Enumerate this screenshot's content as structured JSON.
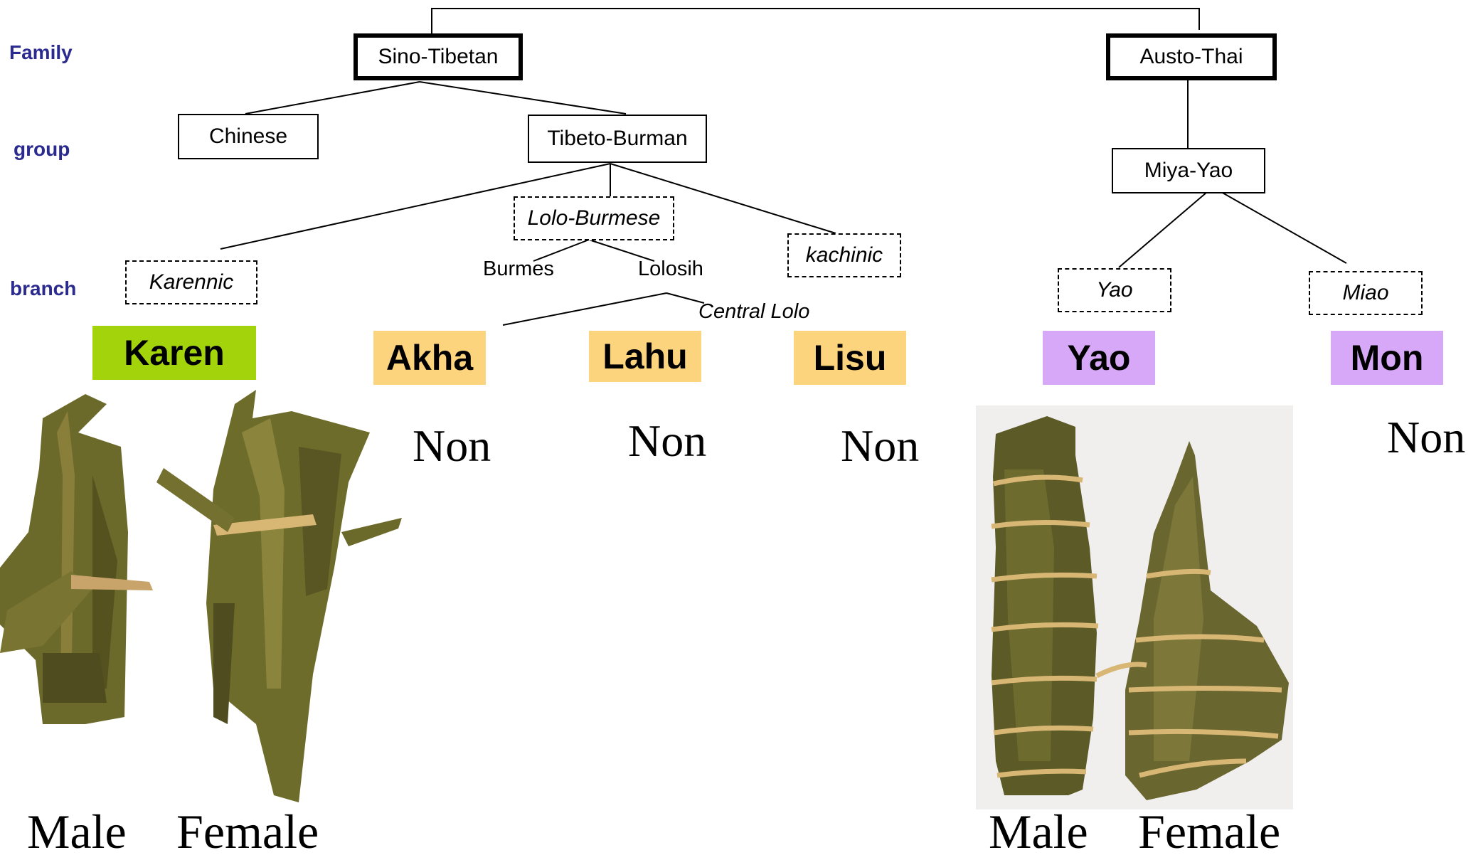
{
  "levels": {
    "family": "Family",
    "group": "group",
    "branch": "branch"
  },
  "families": {
    "sino_tibetan": "Sino-Tibetan",
    "austo_thai": "Austo-Thai"
  },
  "groups": {
    "chinese": "Chinese",
    "tibeto_burman": "Tibeto-Burman",
    "miya_yao": "Miya-Yao"
  },
  "branches": {
    "lolo_burmese": "Lolo-Burmese",
    "karennic": "Karennic",
    "kachinic": "kachinic",
    "yao": "Yao",
    "miao": "Miao"
  },
  "sub_branches": {
    "burmes": "Burmes",
    "lolosih": "Lolosih",
    "central_lolo": "Central Lolo"
  },
  "ethnic_groups": [
    {
      "name": "Karen",
      "color": "#a3d40b"
    },
    {
      "name": "Akha",
      "color": "#fdd47e"
    },
    {
      "name": "Lahu",
      "color": "#fdd47e"
    },
    {
      "name": "Lisu",
      "color": "#fdd47e"
    },
    {
      "name": "Yao",
      "color": "#d6a8f7"
    },
    {
      "name": "Mon",
      "color": "#d6a8f7"
    }
  ],
  "non_labels": {
    "akha": "Non",
    "lahu": "Non",
    "lisu": "Non",
    "mon": "Non"
  },
  "photos": {
    "karen": {
      "male": "Male",
      "female": "Female"
    },
    "yao": {
      "male": "Male",
      "female": "Female"
    }
  },
  "colors": {
    "level_label": "#2b2b8f",
    "leaf_wrap": "#6b6a2a",
    "twine": "#d8b674"
  }
}
